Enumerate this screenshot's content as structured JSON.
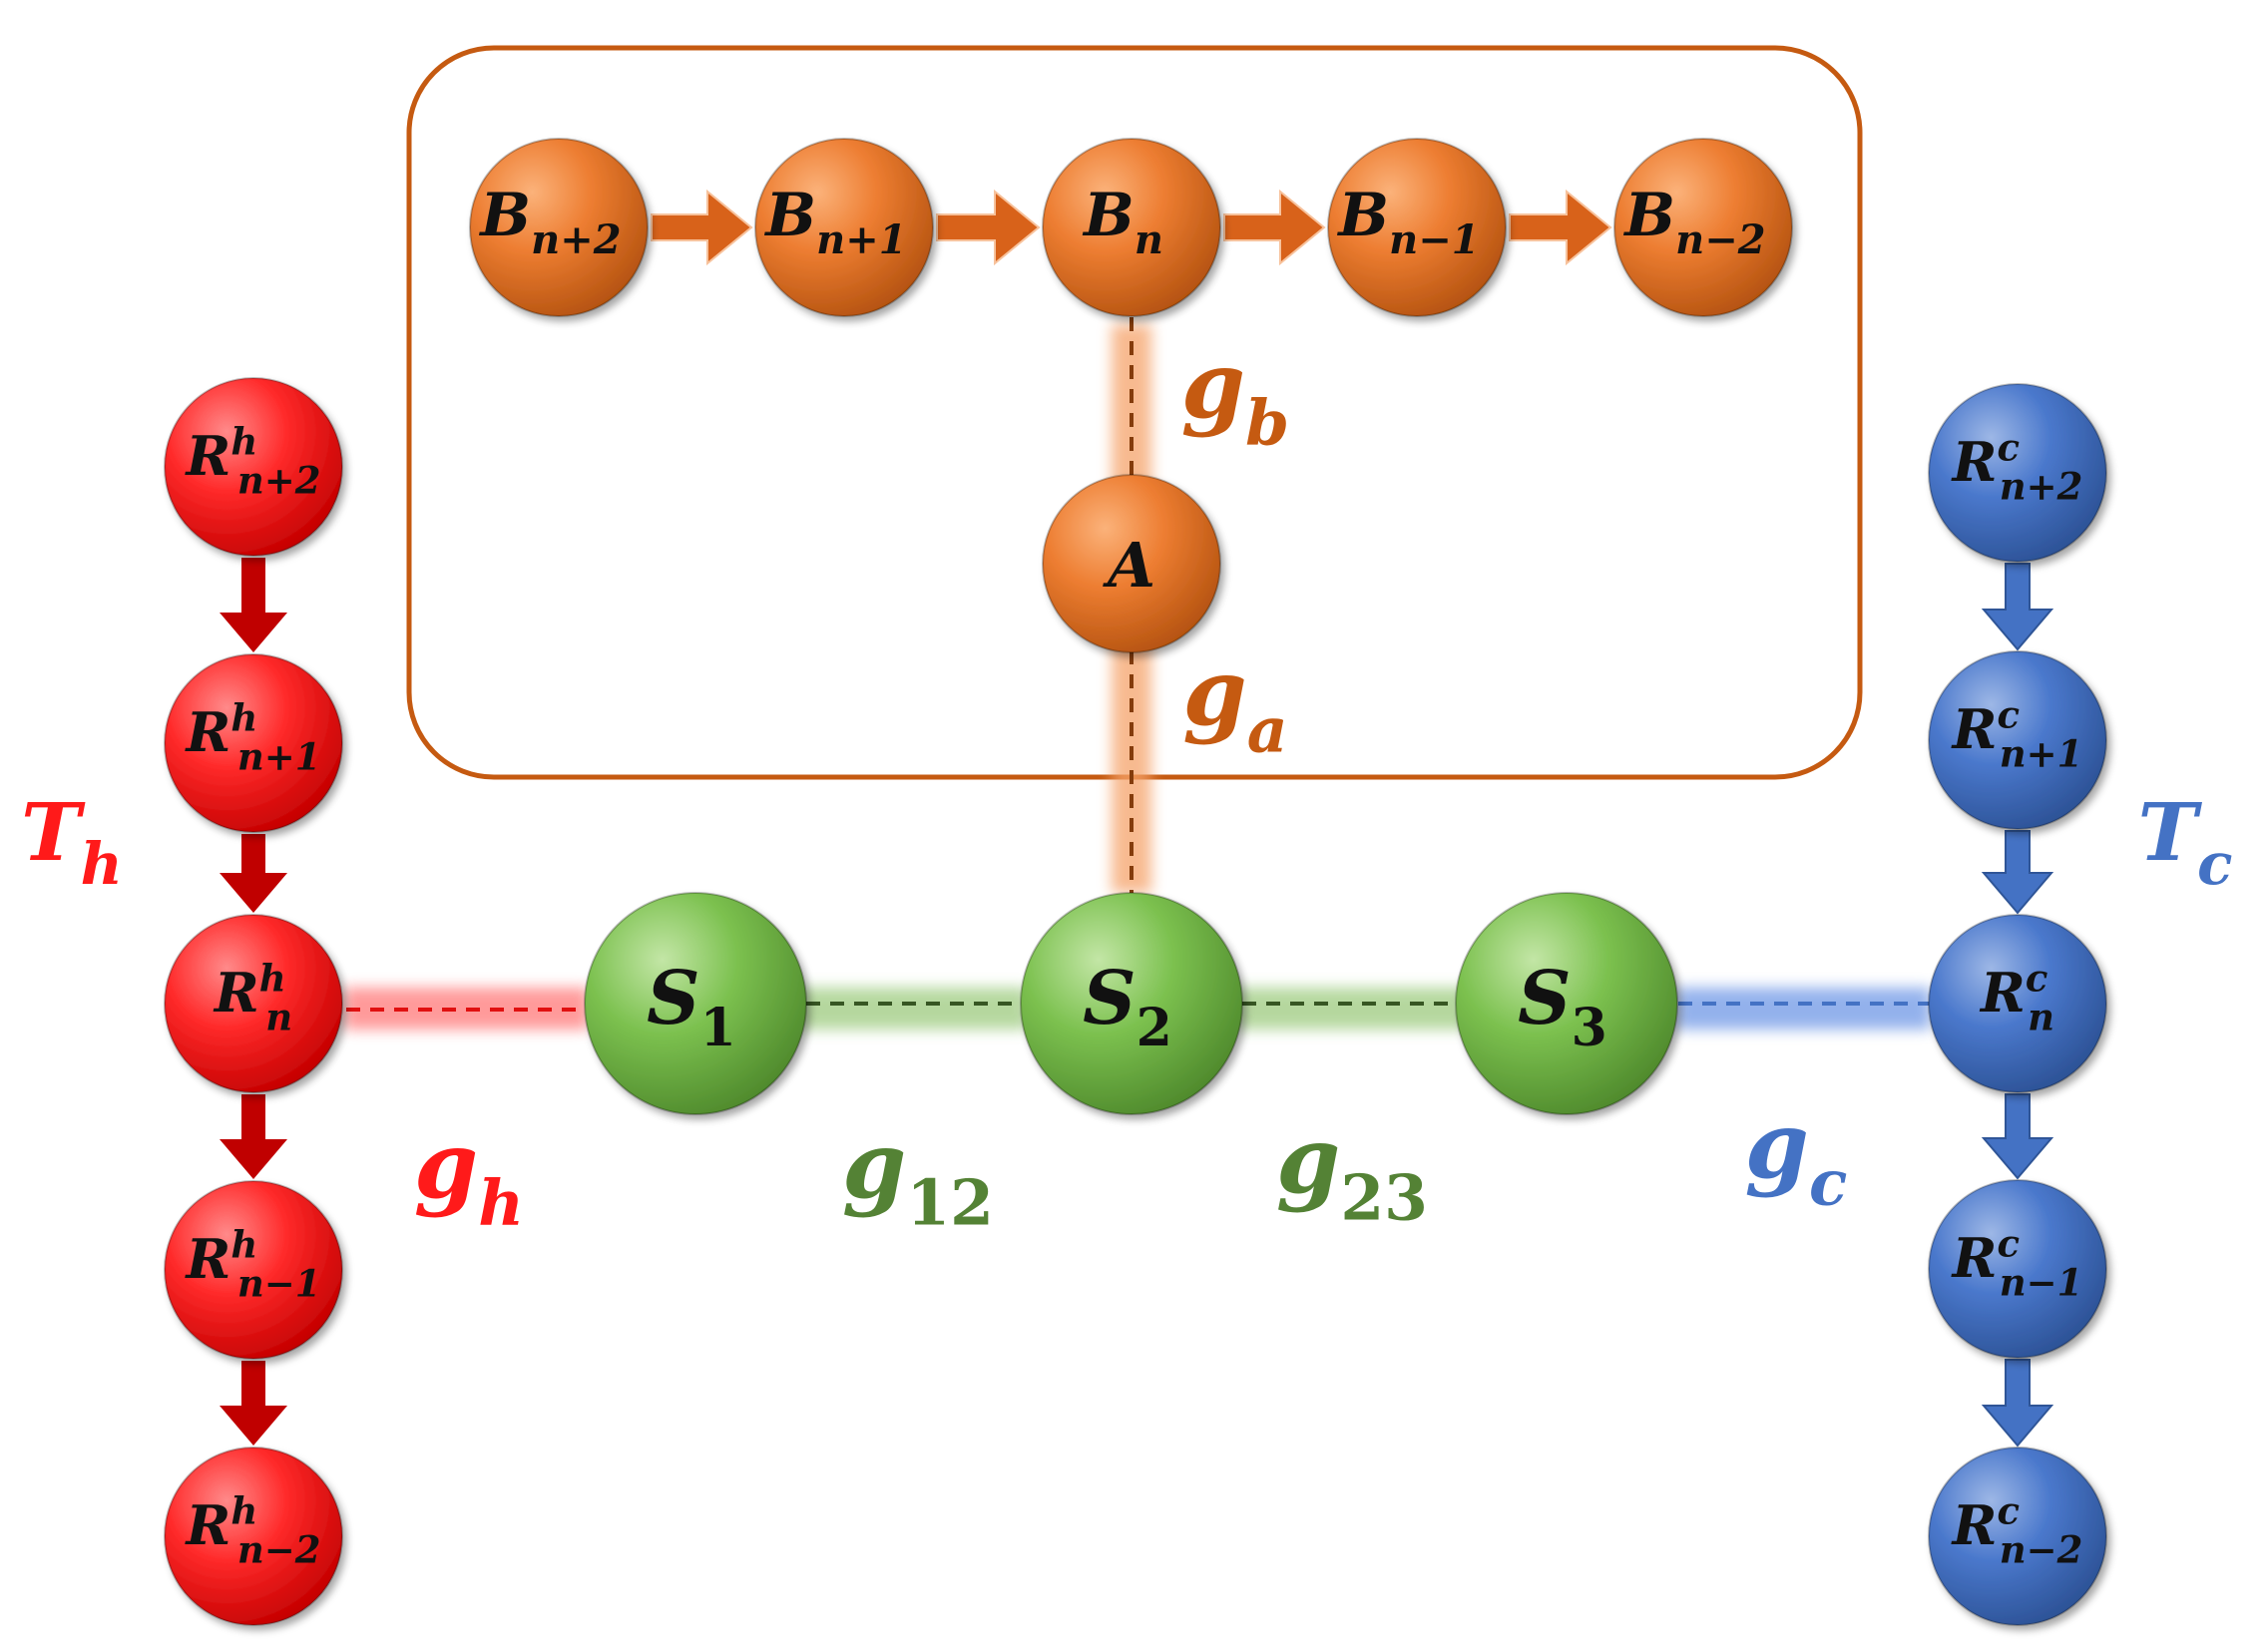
{
  "colors": {
    "red": "#ff2020",
    "dark_red": "#c00000",
    "blue": "#4472c4",
    "green": "#70ad47",
    "dark_green": "#507c36",
    "orange": "#ed7d31",
    "brown": "#c55a11"
  },
  "bath_chain": {
    "nodes": [
      {
        "base": "B",
        "sub": "n+2"
      },
      {
        "base": "B",
        "sub": "n+1"
      },
      {
        "base": "B",
        "sub": "n"
      },
      {
        "base": "B",
        "sub": "n−1"
      },
      {
        "base": "B",
        "sub": "n−2"
      }
    ]
  },
  "ancilla": {
    "label": "A"
  },
  "hot_chain": {
    "base": "R",
    "sup": "h",
    "subs": [
      "n+2",
      "n+1",
      "n",
      "n−1",
      "n−2"
    ],
    "temp": {
      "base": "T",
      "sub": "h"
    }
  },
  "cold_chain": {
    "base": "R",
    "sup": "c",
    "subs": [
      "n+2",
      "n+1",
      "n",
      "n−1",
      "n−2"
    ],
    "temp": {
      "base": "T",
      "sub": "c"
    }
  },
  "system": {
    "nodes": [
      {
        "base": "S",
        "sub": "1"
      },
      {
        "base": "S",
        "sub": "2"
      },
      {
        "base": "S",
        "sub": "3"
      }
    ]
  },
  "couplings": {
    "g_b": {
      "base": "g",
      "sub": "b"
    },
    "g_a": {
      "base": "g",
      "sub": "a"
    },
    "g_h": {
      "base": "g",
      "sub": "h"
    },
    "g_12": {
      "base": "g",
      "sub": "12"
    },
    "g_23": {
      "base": "g",
      "sub": "23"
    },
    "g_c": {
      "base": "g",
      "sub": "c"
    }
  }
}
